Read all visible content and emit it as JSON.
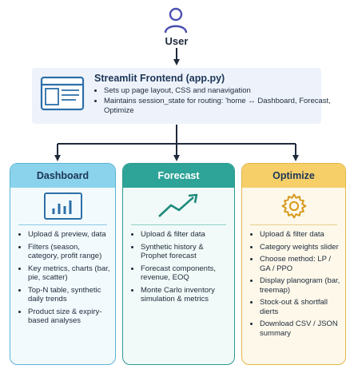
{
  "user": {
    "label": "User",
    "icon": "user-icon"
  },
  "frontend": {
    "title": "Streamlit Frontend (app.py)",
    "icon": "browser-window-icon",
    "bullets": [
      "Sets up page layout, CSS and nanavigation",
      "Maintains session_state for routing: 'home ↔ Dashboard, Forecast, Optimize"
    ]
  },
  "columns": [
    {
      "title": "Dashboard",
      "icon": "bar-chart-icon",
      "color": "#8bd3ec",
      "bullets": [
        "Upload & preview, data",
        "Filters (season, category, profit range)",
        "Key metrics, charts (bar, pie, scatter)",
        "Top-N table, synthetic daily trends",
        "Product size & expiry-based analyses"
      ]
    },
    {
      "title": "Forecast",
      "icon": "trend-line-icon",
      "color": "#2ea397",
      "bullets": [
        "Upload & filter data",
        "Synthetic history & Prophet forecast",
        "Forecast components, revenue, EOQ",
        "Monte Carlo inventory simulation & metrics"
      ]
    },
    {
      "title": "Optimize",
      "icon": "gear-icon",
      "color": "#f6cf69",
      "bullets": [
        "Upload & filter data",
        "Category weights slider",
        "Choose method: LP / GA / PPO",
        "Display planogram (bar, treemap)",
        "Stock-out & shortfall dierts",
        "Download CSV / JSON summary"
      ]
    }
  ]
}
